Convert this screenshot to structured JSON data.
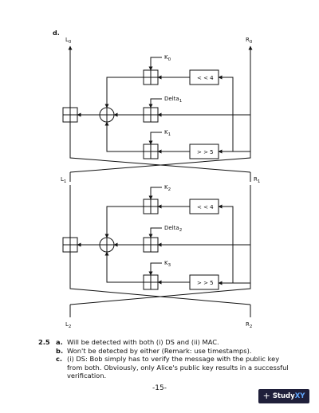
{
  "diagram": {
    "part_label": "d.",
    "L0": "L",
    "L0_sub": "0",
    "R0": "R",
    "R0_sub": "0",
    "L1": "L",
    "L1_sub": "1",
    "R1": "R",
    "R1_sub": "1",
    "L2": "L",
    "L2_sub": "2",
    "R2": "R",
    "R2_sub": "2",
    "round1": {
      "k_top": "K",
      "k_top_sub": "0",
      "delta": "Delta",
      "delta_sub": "1",
      "k_bot": "K",
      "k_bot_sub": "1",
      "shift_left": "< < 4",
      "shift_right": "> > 5"
    },
    "round2": {
      "k_top": "K",
      "k_top_sub": "2",
      "delta": "Delta",
      "delta_sub": "2",
      "k_bot": "K",
      "k_bot_sub": "3",
      "shift_left": "< < 4",
      "shift_right": "> > 5"
    }
  },
  "answer": {
    "number": "2.5",
    "items": [
      {
        "letter": "a.",
        "text": "Will be detected with both (i) DS and (ii) MAC."
      },
      {
        "letter": "b.",
        "text": "Won't be detected by either (Remark: use timestamps)."
      },
      {
        "letter": "c.",
        "text": "(i) DS: Bob simply has to verify the message with the public key from both. Obviously, only Alice's public key results in a successful verification."
      }
    ]
  },
  "page_number": "-15-",
  "logo": {
    "text_a": "Study",
    "text_b": "XY"
  }
}
